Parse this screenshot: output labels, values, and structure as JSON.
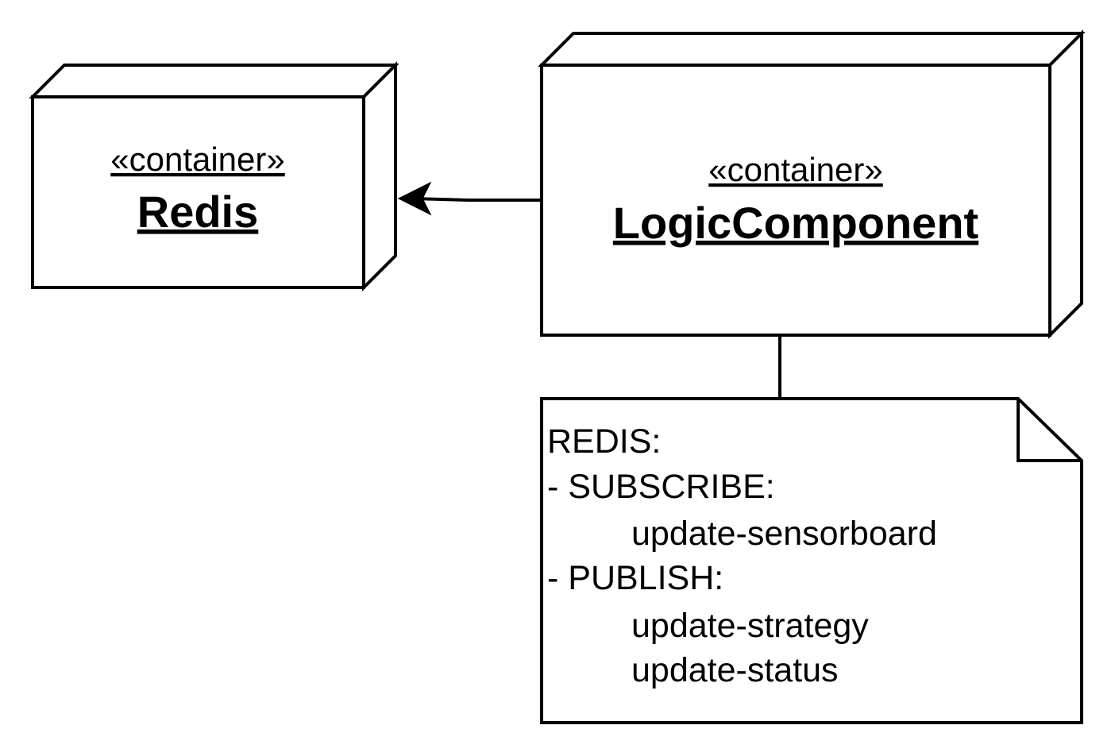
{
  "nodes": {
    "redis": {
      "stereotype": "«container»",
      "name": "Redis"
    },
    "logic": {
      "stereotype": "«container»",
      "name": "LogicComponent"
    }
  },
  "note": {
    "lines": [
      "REDIS:",
      "- SUBSCRIBE:",
      "update-sensorboard",
      "- PUBLISH:",
      "update-strategy",
      "update-status"
    ]
  }
}
